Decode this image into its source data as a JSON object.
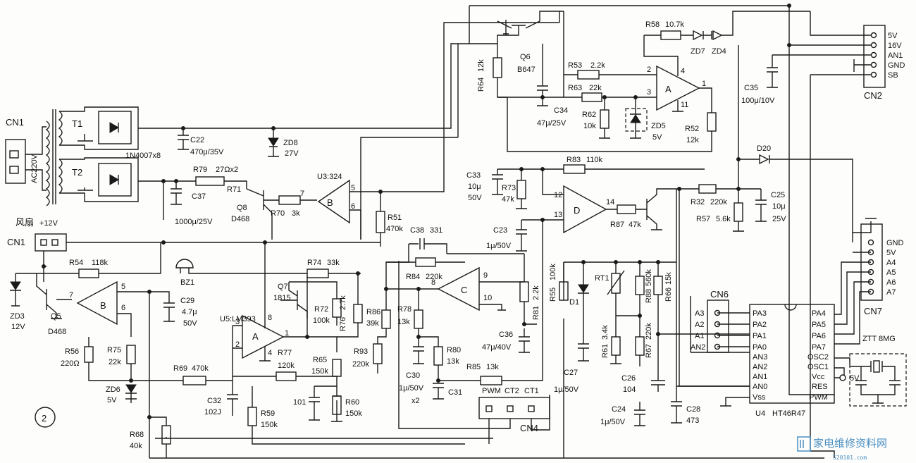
{
  "figure_number": "2",
  "connectors": {
    "cn1_top": "CN1",
    "cn1_top_input": "AC220V",
    "cn1_fan": "CN1",
    "fan_label": "风扇",
    "fan_voltage": "+12V",
    "cn2": {
      "ref": "CN2",
      "pins": [
        "5V",
        "16V",
        "AN1",
        "GND",
        "SB"
      ]
    },
    "cn7": {
      "ref": "CN7",
      "pins": [
        "GND",
        "5V",
        "A4",
        "A5",
        "A6",
        "A7"
      ]
    },
    "cn6": {
      "ref": "CN6",
      "pins": [
        "A3",
        "A2",
        "A1",
        "AN2"
      ]
    },
    "cn4": {
      "ref": "CN4",
      "pins": [
        "PWM",
        "CT2",
        "CT1"
      ]
    }
  },
  "transformers": [
    {
      "ref": "T1"
    },
    {
      "ref": "T2"
    }
  ],
  "rectifier_note": "1N4007x8",
  "components": {
    "C22": {
      "ref": "C22",
      "value": "470μ/35V"
    },
    "ZD8": {
      "ref": "ZD8",
      "value": "27V"
    },
    "R79": {
      "ref": "R79",
      "value": "27Ωx2"
    },
    "R71": {
      "ref": "R71"
    },
    "C37": {
      "ref": "C37",
      "value": "1000μ/25V"
    },
    "Q8": {
      "ref": "Q8",
      "value": "D468"
    },
    "R70": {
      "ref": "R70",
      "value": "3k"
    },
    "U3": {
      "ref": "U3:324"
    },
    "R51": {
      "ref": "R51",
      "value": "470k"
    },
    "R54": {
      "ref": "R54",
      "value": "118k"
    },
    "BZ1": {
      "ref": "BZ1"
    },
    "R74": {
      "ref": "R74",
      "value": "33k"
    },
    "Q7": {
      "ref": "Q7",
      "value": "1815"
    },
    "C29": {
      "ref": "C29",
      "value": "4.7μ",
      "voltage": "50V"
    },
    "ZD3": {
      "ref": "ZD3",
      "value": "12V"
    },
    "Q5": {
      "ref": "Q5",
      "value": "D468"
    },
    "U5": {
      "ref": "U5:LM393"
    },
    "R72": {
      "ref": "R72",
      "value": "100k"
    },
    "R76": {
      "ref": "R76",
      "value": "2.7k"
    },
    "R77": {
      "ref": "R77",
      "value": "120k"
    },
    "R65": {
      "ref": "R65",
      "value": "150k"
    },
    "R56": {
      "ref": "R56",
      "value": "220Ω"
    },
    "R75": {
      "ref": "R75",
      "value": "22k"
    },
    "ZD6": {
      "ref": "ZD6",
      "value": "5V"
    },
    "R69": {
      "ref": "R69",
      "value": "470k"
    },
    "C32": {
      "ref": "C32",
      "value": "102J"
    },
    "C101": {
      "value": "101"
    },
    "R60": {
      "ref": "R60",
      "value": "150k"
    },
    "R59": {
      "ref": "R59",
      "value": "150k"
    },
    "R68": {
      "ref": "R68",
      "value": "40k"
    },
    "C38": {
      "ref": "C38",
      "value": "331"
    },
    "R84": {
      "ref": "R84",
      "value": "220k"
    },
    "R86": {
      "ref": "R86",
      "value": "39k"
    },
    "R78": {
      "ref": "R78",
      "value": "13k"
    },
    "R81": {
      "ref": "R81",
      "value": "2.2k"
    },
    "C36": {
      "ref": "C36",
      "value": "47μ/40V"
    },
    "R93": {
      "ref": "R93",
      "value": "220k"
    },
    "C30": {
      "ref": "C30",
      "value": "1μ/50V",
      "qty": "x2"
    },
    "R80": {
      "ref": "R80",
      "value": "13k"
    },
    "C31": {
      "ref": "C31"
    },
    "R85": {
      "ref": "R85",
      "value": "13k"
    },
    "Q6": {
      "ref": "Q6",
      "value": "B647"
    },
    "R64": {
      "ref": "R64",
      "value": "12k"
    },
    "C34": {
      "ref": "C34",
      "value": "47μ/25V"
    },
    "R53": {
      "ref": "R53",
      "value": "2.2k"
    },
    "R63": {
      "ref": "R63",
      "value": "22k"
    },
    "R62": {
      "ref": "R62",
      "value": "10k"
    },
    "ZD5": {
      "ref": "ZD5",
      "value": "5V"
    },
    "R52": {
      "ref": "R52",
      "value": "12k"
    },
    "R58": {
      "ref": "R58",
      "value": "10.7k"
    },
    "ZD7": {
      "ref": "ZD7"
    },
    "ZD4": {
      "ref": "ZD4"
    },
    "C35": {
      "ref": "C35",
      "value": "100μ/10V"
    },
    "D20": {
      "ref": "D20"
    },
    "R83": {
      "ref": "R83",
      "value": "110k"
    },
    "C33": {
      "ref": "C33",
      "value": "10μ",
      "voltage": "50V"
    },
    "R73": {
      "ref": "R73",
      "value": "47k"
    },
    "C23": {
      "ref": "C23",
      "value": "1μ/50V"
    },
    "R87": {
      "ref": "R87",
      "value": "47k"
    },
    "R32": {
      "ref": "R32",
      "value": "220k"
    },
    "R57": {
      "ref": "R57",
      "value": "5.6k"
    },
    "C25": {
      "ref": "C25",
      "value": "10μ",
      "voltage": "25V"
    },
    "R55": {
      "ref": "R55",
      "value": "100k"
    },
    "D1": {
      "ref": "D1"
    },
    "RT1": {
      "ref": "RT1"
    },
    "R88": {
      "ref": "R88",
      "value": "560k"
    },
    "R66": {
      "ref": "R66",
      "value": "15k"
    },
    "R61": {
      "ref": "R61",
      "value": "3.4k"
    },
    "R67": {
      "ref": "R67",
      "value": "220k"
    },
    "C27": {
      "ref": "C27",
      "value": "1μ/50V"
    },
    "C26": {
      "ref": "C26",
      "value": "104"
    },
    "C24": {
      "ref": "C24",
      "value": "1μ/50V"
    },
    "C28": {
      "ref": "C28",
      "value": "473"
    },
    "ZTT": {
      "ref": "ZTT 8MG"
    }
  },
  "opamps": {
    "A_top": {
      "label": "A",
      "pins": [
        "2",
        "3",
        "4",
        "1",
        "11"
      ]
    },
    "B_top": {
      "label": "B",
      "pins": [
        "7",
        "5",
        "6"
      ]
    },
    "D": {
      "label": "D",
      "pins": [
        "12",
        "13",
        "14"
      ]
    },
    "C": {
      "label": "C",
      "pins": [
        "8",
        "9",
        "10"
      ]
    },
    "B_left": {
      "label": "B",
      "pins": [
        "7",
        "5",
        "6"
      ]
    },
    "A_left": {
      "label": "A",
      "pins": [
        "3",
        "2",
        "8",
        "4",
        "1"
      ]
    }
  },
  "mcu": {
    "ref": "U4",
    "part": "HT46R47",
    "left_pins": [
      "PA3",
      "PA2",
      "PA1",
      "PA0",
      "AN3",
      "AN2",
      "AN1",
      "AN0",
      "Vss"
    ],
    "right_pins": [
      "PA4",
      "PA5",
      "PA6",
      "PA7",
      "OSC2",
      "OSC1",
      "Vcc",
      "RES",
      "PWM"
    ],
    "vcc_supply": "5V"
  },
  "watermark": {
    "text": "家电维修资料网",
    "url": "520101.com"
  }
}
